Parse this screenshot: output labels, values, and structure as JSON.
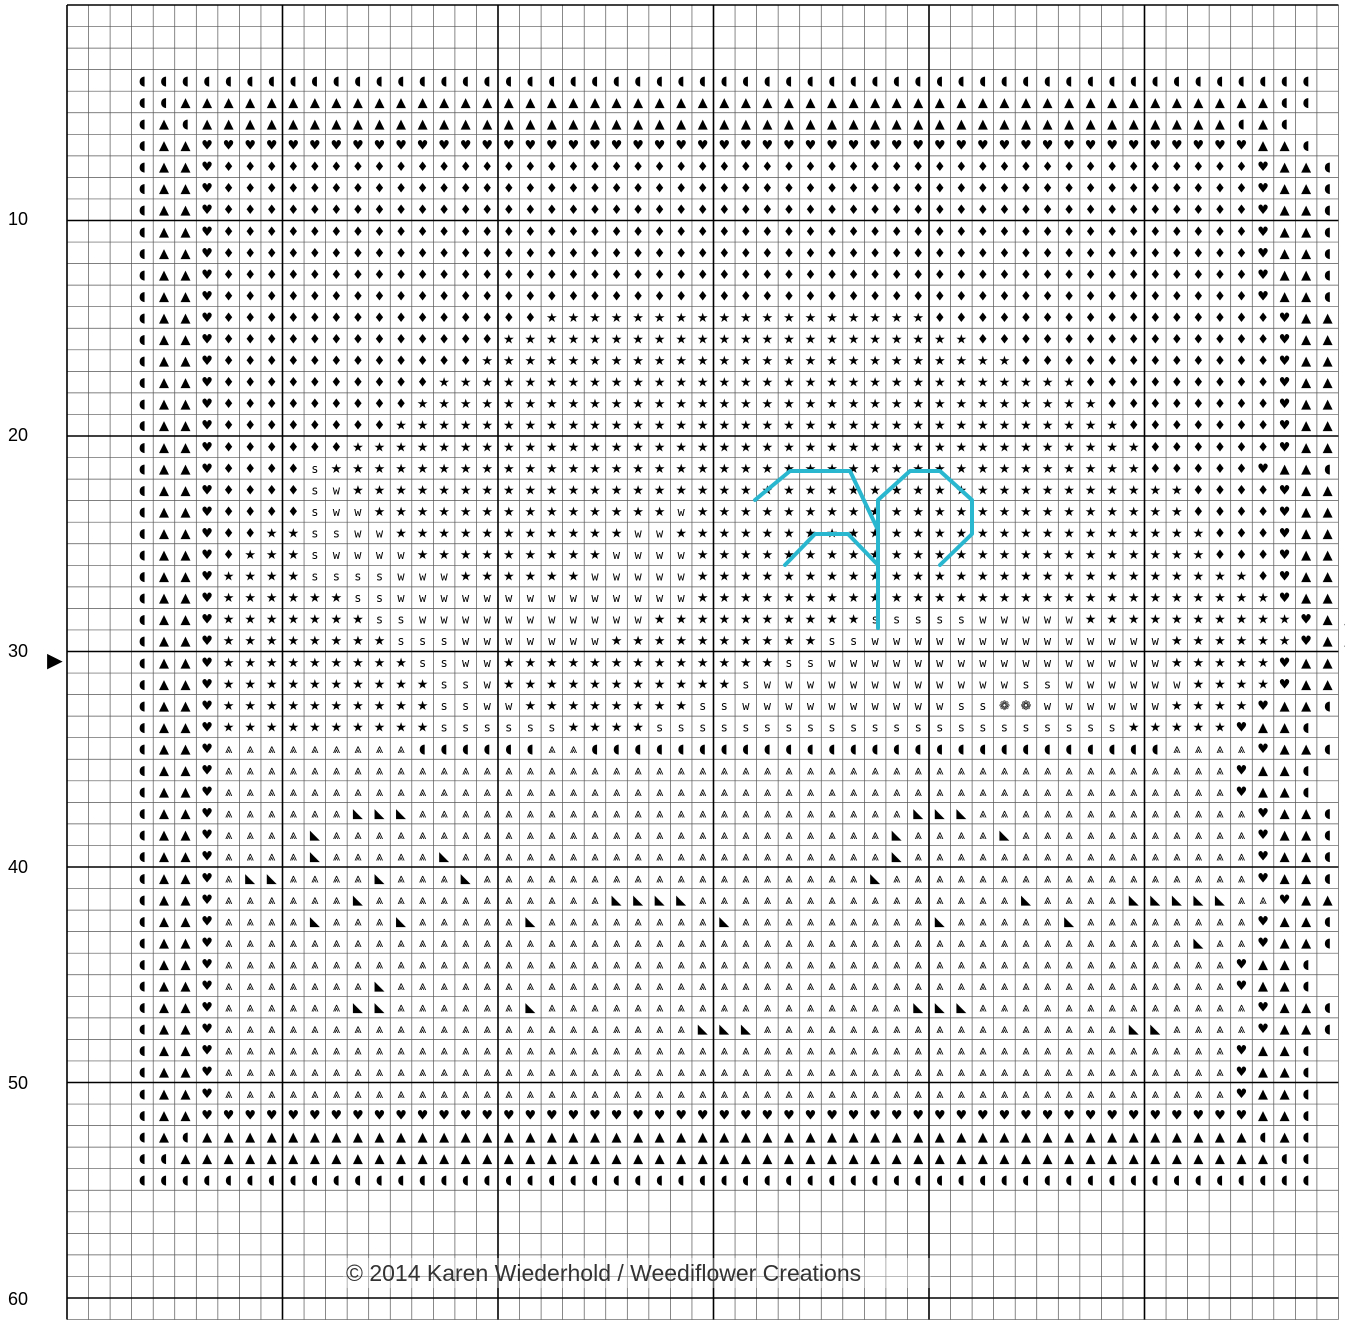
{
  "row_labels": [
    "10",
    "20",
    "30",
    "40",
    "50",
    "60"
  ],
  "copyright": "© 2014 Karen Wiederhold / Weediflower Creations",
  "center_arrow": "►",
  "colors": {
    "backstitch": "#29b6cf",
    "major_grid": "#000000",
    "minor_grid": "#555555"
  },
  "symbols": {
    "K": {
      "char": "◖",
      "icon": "half-circle"
    },
    "B": {
      "char": "▲",
      "icon": "bell"
    },
    "H": {
      "char": "♥",
      "icon": "heart"
    },
    "D": {
      "char": "♦",
      "icon": "diamond"
    },
    "T": {
      "char": "★",
      "icon": "star"
    },
    "s": {
      "char": "s",
      "icon": "letter-s"
    },
    "w": {
      "char": "w",
      "icon": "letter-w"
    },
    "A": {
      "char": "⩓",
      "icon": "double-caret"
    },
    "L": {
      "char": "◣",
      "icon": "boot"
    },
    "F": {
      "char": "❁",
      "icon": "flower"
    }
  },
  "pattern": [
    "KKKKKKKKKKKKKKKKKKKKKKKKKKKKKKKKKKKKKKKKKKKKKKKKKKKKKKK",
    "KKBBBBBBBBBBBBBBBBBBBBBBBBBBBBBBBBBBBBBBBBBBBBBBBBBBBKK",
    "KBKBBBBBBBBBBBBBBBBBBBBBBBBBBBBBBBBBBBBBBBBBBBBBBBBKBK",
    "KBBHHHHHHHHHHHHHHHHHHHHHHHHHHHHHHHHHHHHHHHHHHHHHHHHHBBK",
    "KBBHDDDDDDDDDDDDDDDDDDDDDDDDDDDDDDDDDDDDDDDDDDDDDDDDHBBK",
    "KBBHDDDDDDDDDDDDDDDDDDDDDDDDDDDDDDDDDDDDDDDDDDDDDDDDHBBK",
    "KBBHDDDDDDDDDDDDDDDDDDDDDDDDDDDDDDDDDDDDDDDDDDDDDDDDHBBK",
    "KBBHDDDDDDDDDDDDDDDDDDDDDDDDDDDDDDDDDDDDDDDDDDDDDDDDHBBK",
    "KBBHDDDDDDDDDDDDDDDDDDDDDDDDDDDDDDDDDDDDDDDDDDDDDDDDHBBK",
    "KBBHDDDDDDDDDDDDDDDDDDDDDDDDDDDDDDDDDDDDDDDDDDDDDDDDHBBK",
    "KBBHDDDDDDDDDDDDDDDDDDDDDDDDDDDDDDDDDDDDDDDDDDDDDDDDHBBK",
    "KBBHDDDDDDDDDDDDDDDTTTTTTTTTTTTTTTTTTDDDDDDDDDDDDDDDDHBBK",
    "KBBHDDDDDDDDDDDDDTTTTTTTTTTTTTTTTTTTTTTDDDDDDDDDDDDDDHBBK",
    "KBBHDDDDDDDDDDDDTTTTTTTTTTTTTTTTTTTTTTTTTDDDDDDDDDDDDHBBK",
    "KBBHDDDDDDDDDDTTTTTTTTTTTTTTTTTTTTTTTTTTTTTTDDDDDDDDDHBBK",
    "KBBHDDDDDDDDDTTTTTTTTTTTTTTTTTTTTTTTTTTTTTTTTDDDDDDDDHBBK",
    "KBBHDDDDDDDDTTTTTTTTTTTTTTTTTTTTTTTTTTTTTTTTTTDDDDDDDHBBK",
    "KBBHDDDDDDTTTTTTTTTTTTTTTTTTTTTTTTTTTTTTTTTTTTTDDDDDDHBBK",
    "KBBHDDDDsTTTTTTTTTTTTTTTTTTTTTTTTTTTTTTTTTTTTTTDDDDDHBBK",
    "KBBHDDDDswTTTTTTTTTTTTTTTTTTTTTTTTTTTTTTTTTTTTTTTDDDDHBBK",
    "KBBHDDDDswwTTTTTTTTTTTTTTwTTTTTTTTTTTTTTTTTTTTTTTDDDDHBBK",
    "KBBHDDTTsswwTTTTTTTTTTTwwTTTTTTTTTTTTTTTTTTTTTTTTTDDDHBBK",
    "KBBHDTTTswwwwTTTTTTTTTwwwwTTTTTTTTTTTTTTTTTTTTTTTTDDDHBBK",
    "KBBHTTTTsssswwwTTTTTTwwwwwTTTTTTTTTTTTTTTTTTTTTTTTTTDHBBK",
    "KBBHTTTTTTsswwwwwwwwwwwwwwTTTTTTTTTTTTTTTTTTTTTTTTTTTHBBK",
    "KBBHTTTTTTTsswwwwwwwwwwwTTTTTTTTTTssssswwwwwTTTTTTTTTTHBBK",
    "KBBHTTTTTTTTssswwwwwwwTTTTTTTTTTsswwwwwwwwwwwwwwTTTTTTHBBK",
    "KBBHTTTTTTTTTsswwTTTTTTTTTTTTTsswwwwwwwwwwwwwwwwTTTTTHBBK",
    "KBBHTTTTTTTTTTsswTTTTTTTTTTTswwwwwwwwwwwwsswwwwwwTTTTHBBK",
    "KBBHTTTTTTTTTTsswwTTTTTTTTsswwwwwwwwwwssFFwwwwwwTTTTHBBK",
    "KBBHTTTTTTTTTTssssssTTTTssssssssssssssssssssssTTTTTHBBK",
    "KBBHAAAAAAAAAKKKKKKAAKKKKKKKKKKKKKKKKKKKKKKKKKKKAAAAHBBK",
    "KBBHAAAAAAAAAAAAAAAAAAAAAAAAAAAAAAAAAAAAAAAAAAAAAAAHBBK",
    "KBBHAAAAAAAAAAAAAAAAAAAAAAAAAAAAAAAAAAAAAAAAAAAAAAAHBBK",
    "KBBHAAAAAALLLAAAAAAAAAAAAAAAAAAAAAAALLLAAAAAAAAAAAAAHBBK",
    "KBBHAAAALAAAAAAAAAAAAAAAAAAAAAAAAAALAAAALAAAAAAAAAAAHBBK",
    "KBBHAAAALAAAAALAAAAAAAAAAAAAAAAAAAALAAAAAAAAAAAAAAAAHBBK",
    "KBBHALLAAAALAAALAAAAAAAAAAAAAAAAAALAAAAAAAAAAAAAAAAAHBBK",
    "KBBHAAAAAALAAAAAAAAAAALLLLAAAAAAAAAAAAAAALAAAALLLLLAAHBBK",
    "KBBHAAAALAAALAAAAALAAAAAAAALAAAAAAAAALAAAAALAAAAAAAAHBBK",
    "KBBHAAAAAAAAAAAAAAAAAAAAAAAAAAAAAAAAAAAAAAAAAAAAALAAHBBK",
    "KBBHAAAAAAAAAAAAAAAAAAAAAAAAAAAAAAAAAAAAAAAAAAAAAAAHBBK",
    "KBBHAAAAAAALAAAAAAAAAAAAAAAAAAAAAAAAAAAAAAAAAAAAAAAHBBK",
    "KBBHAAAAAALLAAAAAALAAAAAAAAAAAAAAAAALLLAAAAAAAAAAAAAHBBK",
    "KBBHAAAAAAAAAAAAAAAAAAAAAALLLAAAAAAAAAAAAAAAAALLAAAAHBBK",
    "KBBHAAAAAAAAAAAAAAAAAAAAAAAAAAAAAAAAAAAAAAAAAAAAAAAHBBK",
    "KBBHAAAAAAAAAAAAAAAAAAAAAAAAAAAAAAAAAAAAAAAAAAAAAAAHBBK",
    "KBBHAAAAAAAAAAAAAAAAAAAAAAAAAAAAAAAAAAAAAAAAAAAAAAAHBBK",
    "KBBHHHHHHHHHHHHHHHHHHHHHHHHHHHHHHHHHHHHHHHHHHHHHHHHHBBK",
    "KBKBBBBBBBBBBBBBBBBBBBBBBBBBBBBBBBBBBBBBBBBBBBBBBBBBKBK",
    "KKBBBBBBBBBBBBBBBBBBBBBBBBBBBBBBBBBBBBBBBBBBBBBBBBBBBKK",
    "KKKKKKKKKKKKKKKKKKKKKKKKKKKKKKKKKKKKKKKKKKKKKKKKKKKKKKK"
  ]
}
